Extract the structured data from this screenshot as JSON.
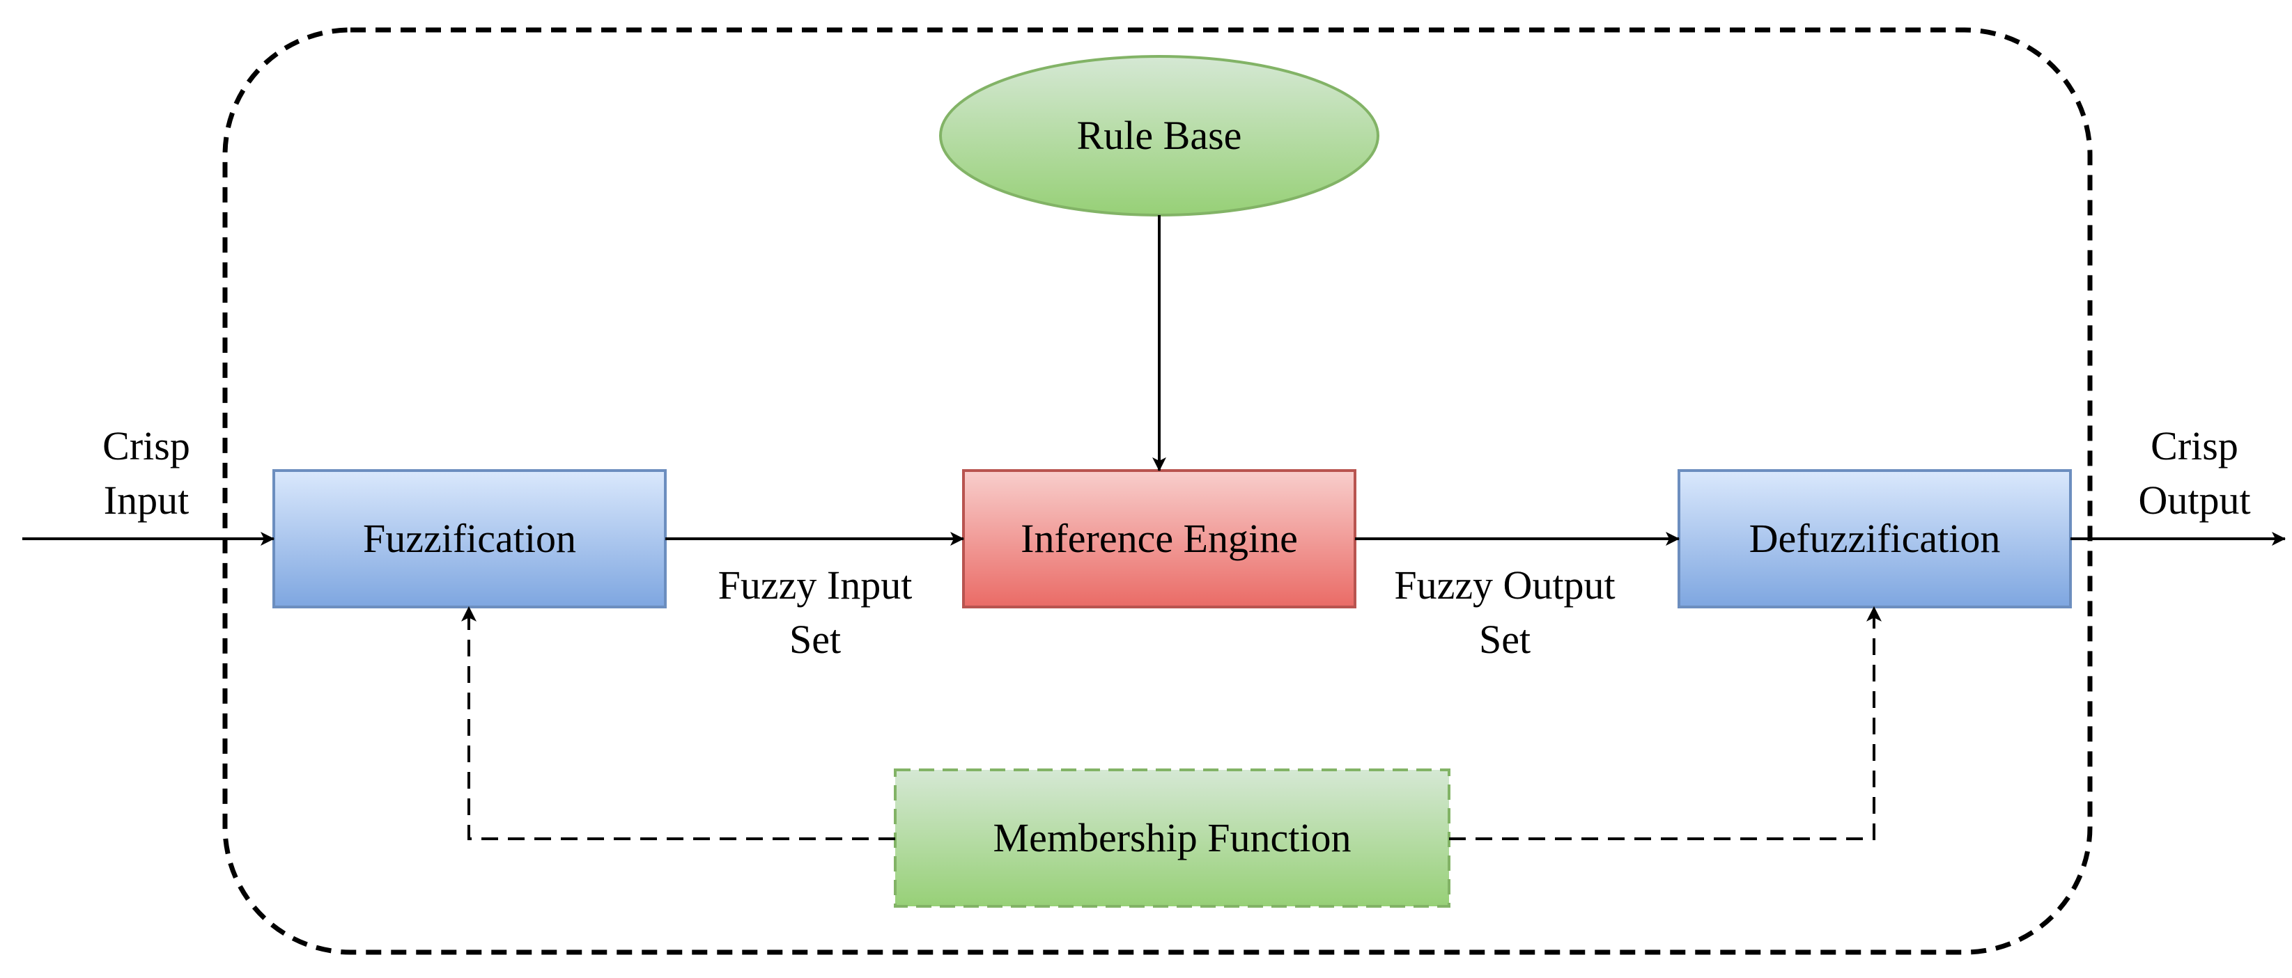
{
  "nodes": {
    "rule_base": "Rule Base",
    "fuzzification": "Fuzzification",
    "inference_engine": "Inference Engine",
    "defuzzification": "Defuzzification",
    "membership_function": "Membership Function"
  },
  "edge_labels": {
    "crisp_input": [
      "Crisp",
      "Input"
    ],
    "crisp_output": [
      "Crisp",
      "Output"
    ],
    "fuzzy_input_set": [
      "Fuzzy Input",
      "Set"
    ],
    "fuzzy_output_set": [
      "Fuzzy Output",
      "Set"
    ]
  },
  "colors": {
    "blue_top": "#dae8fc",
    "blue_bottom": "#7ea6e0",
    "blue_stroke": "#6c8ebf",
    "red_top": "#f8cecc",
    "red_bottom": "#ea6b66",
    "red_stroke": "#b85450",
    "green_top": "#d5e8d4",
    "green_bottom": "#97d077",
    "green_stroke": "#82b366"
  }
}
